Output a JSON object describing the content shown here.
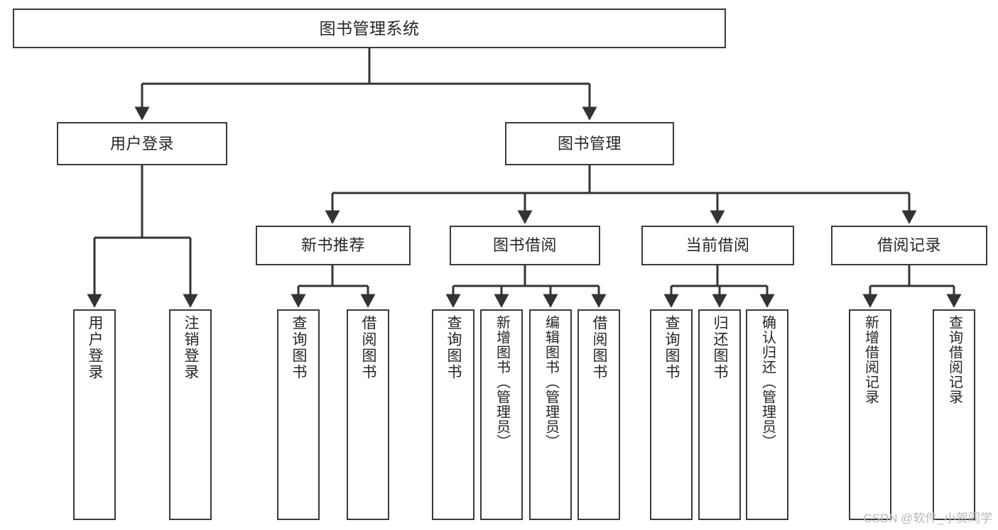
{
  "diagram": {
    "title": "图书管理系统",
    "type": "tree",
    "watermark": "CSDN @软件_小贺同学",
    "colors": {
      "box_border": "#3a3a3a",
      "box_fill": "#ffffff",
      "edge": "#333333",
      "text": "#262626",
      "watermark": "#b9b9b9"
    },
    "nodes": {
      "root": {
        "label": "图书管理系统"
      },
      "level2": [
        {
          "label": "用户登录"
        },
        {
          "label": "图书管理"
        }
      ],
      "level3": [
        {
          "label": "新书推荐"
        },
        {
          "label": "图书借阅"
        },
        {
          "label": "当前借阅"
        },
        {
          "label": "借阅记录"
        }
      ],
      "leaves": {
        "user_login": [
          {
            "label": "用户登录"
          },
          {
            "label": "注销登录"
          }
        ],
        "new_book_recommend": [
          {
            "label": "查询图书"
          },
          {
            "label": "借阅图书"
          }
        ],
        "book_borrow": [
          {
            "label": "查询图书"
          },
          {
            "label": "新增图书（管理员）"
          },
          {
            "label": "编辑图书（管理员）"
          },
          {
            "label": "借阅图书"
          }
        ],
        "current_borrow": [
          {
            "label": "查询图书"
          },
          {
            "label": "归还图书"
          },
          {
            "label": "确认归还（管理员）"
          }
        ],
        "borrow_record": [
          {
            "label": "新增借阅记录"
          },
          {
            "label": "查询借阅记录"
          }
        ]
      }
    }
  }
}
